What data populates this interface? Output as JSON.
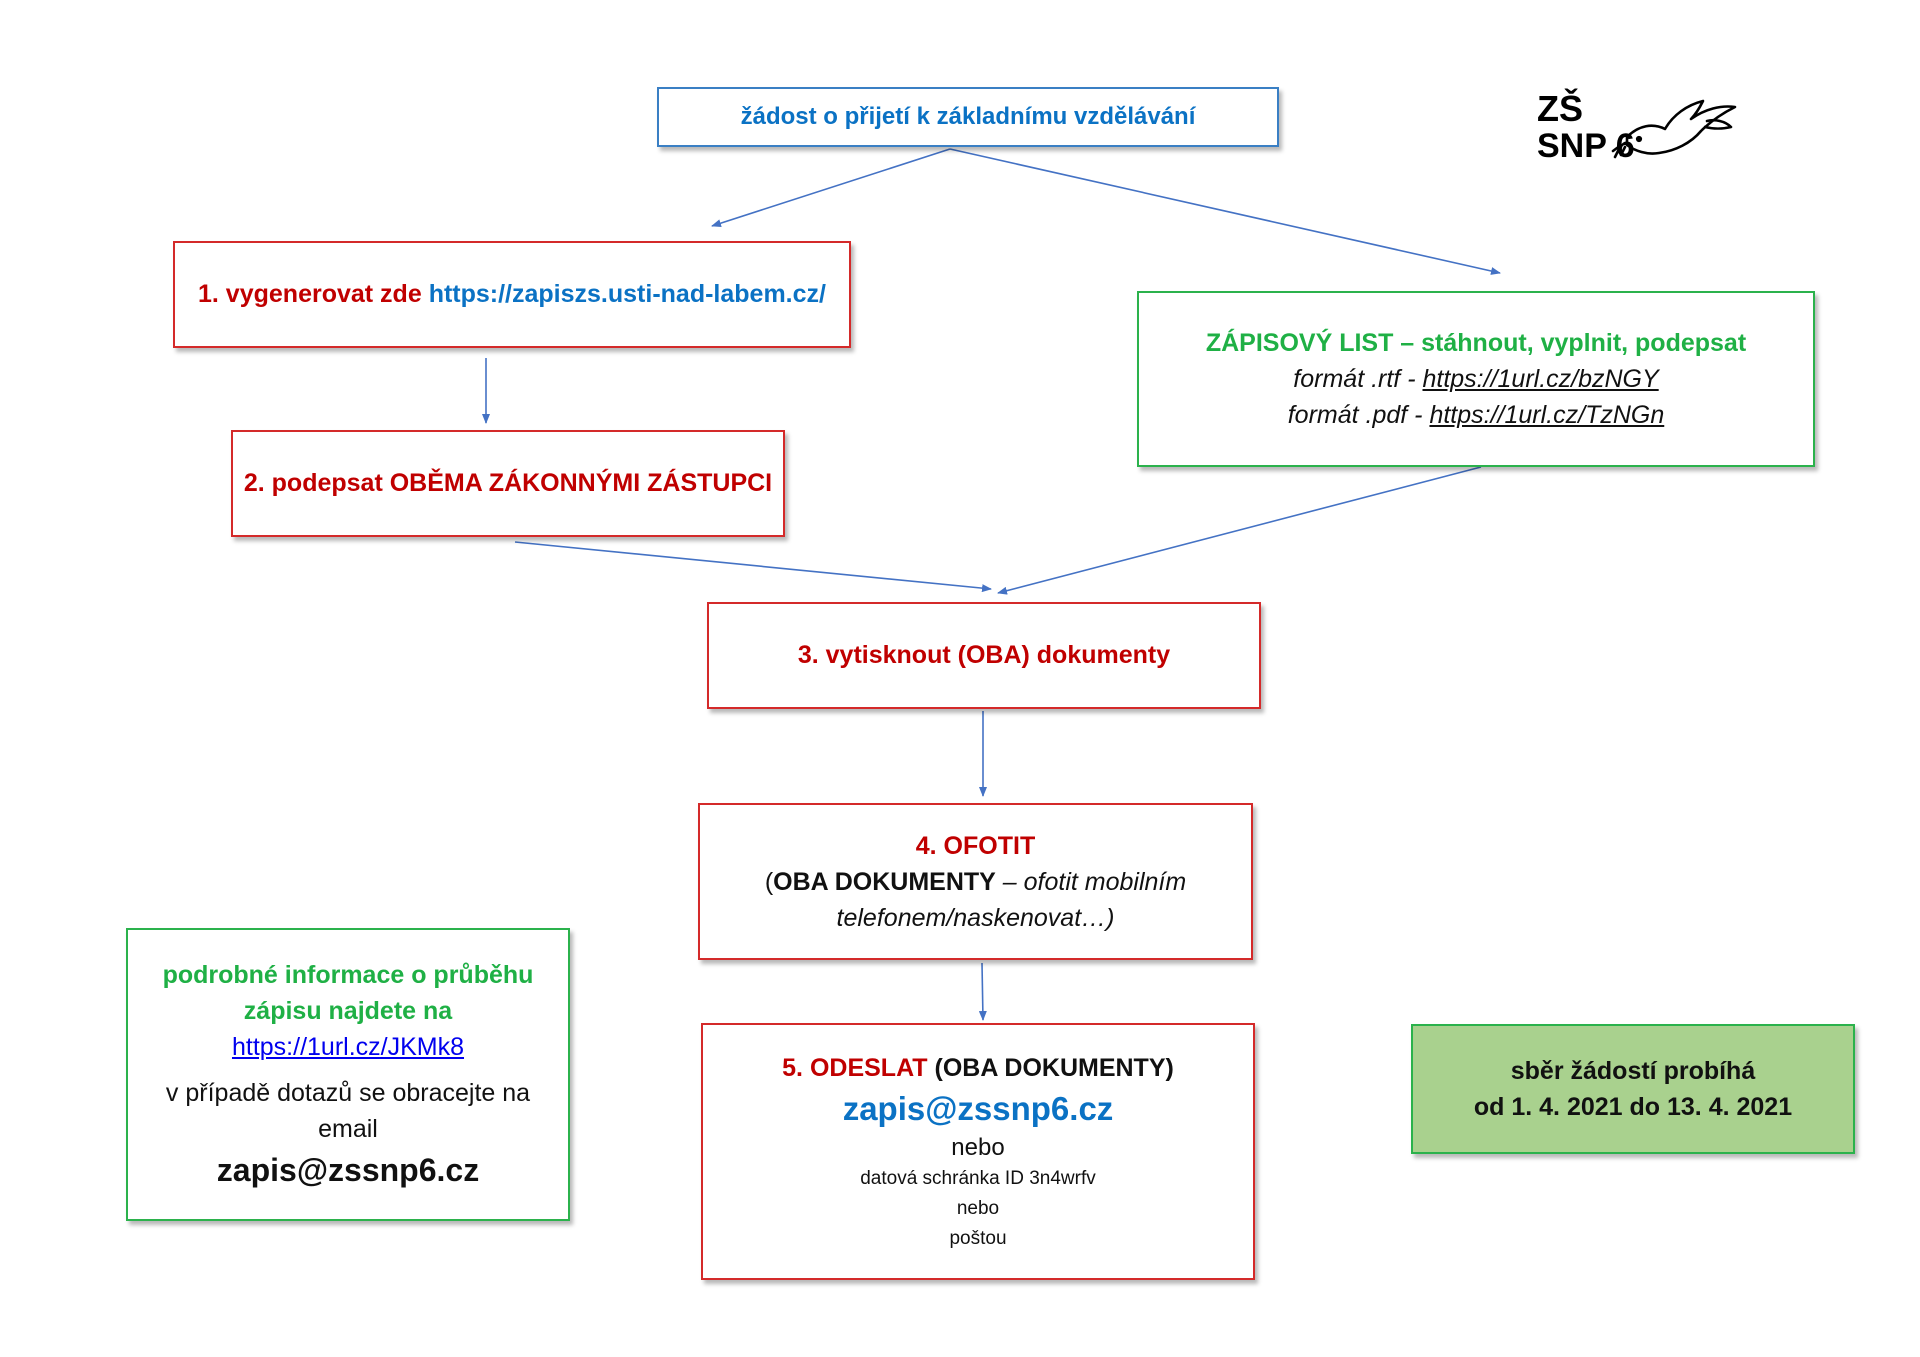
{
  "top_box": {
    "label": "žádost o přijetí k základnímu vzdělávání"
  },
  "step1": {
    "prefix": "1. vygenerovat zde",
    "url": "https://zapiszs.usti-nad-labem.cz/"
  },
  "step2": {
    "label": "2. podepsat OBĚMA ZÁKONNÝMI ZÁSTUPCI"
  },
  "zapisovy_list": {
    "title": "ZÁPISOVÝ LIST – stáhnout, vyplnit, podepsat",
    "rtf_label": "formát .rtf -",
    "rtf_link": "https://1url.cz/bzNGY",
    "pdf_label": "formát .pdf -",
    "pdf_link": "https://1url.cz/TzNGn"
  },
  "step3": {
    "label": "3. vytisknout (OBA) dokumenty"
  },
  "step4": {
    "title": "4. OFOTIT",
    "paren_open": "(",
    "bold_part": "OBA DOKUMENTY",
    "italic_line1": " – ofotit mobilním",
    "italic_line2": "telefonem/naskenovat…)"
  },
  "step5": {
    "title": "5. ODESLAT",
    "title_suffix": " (OBA DOKUMENTY)",
    "email": "zapis@zssnp6.cz",
    "or1": "nebo",
    "databox": "datová schránka ID 3n4wrfv",
    "or2": "nebo",
    "post": "poštou"
  },
  "info_box": {
    "line1": "podrobné informace o průběhu",
    "line2": "zápisu najdete na",
    "link": "https://1url.cz/JKMk8",
    "contact_line1": "v případě dotazů se obracejte na",
    "contact_line2": "email",
    "email": "zapis@zssnp6.cz"
  },
  "deadline_box": {
    "line1": "sběr žádostí probíhá",
    "line2": "od 1. 4. 2021 do 13. 4. 2021"
  },
  "logo": {
    "text_top": "ZŠ",
    "text_bottom": "SNP 6"
  },
  "colors": {
    "red": "#c00000",
    "blue": "#0b72c4",
    "green": "#1fb045",
    "arrow": "#4472c4",
    "deadline_fill": "#a9d18e"
  }
}
